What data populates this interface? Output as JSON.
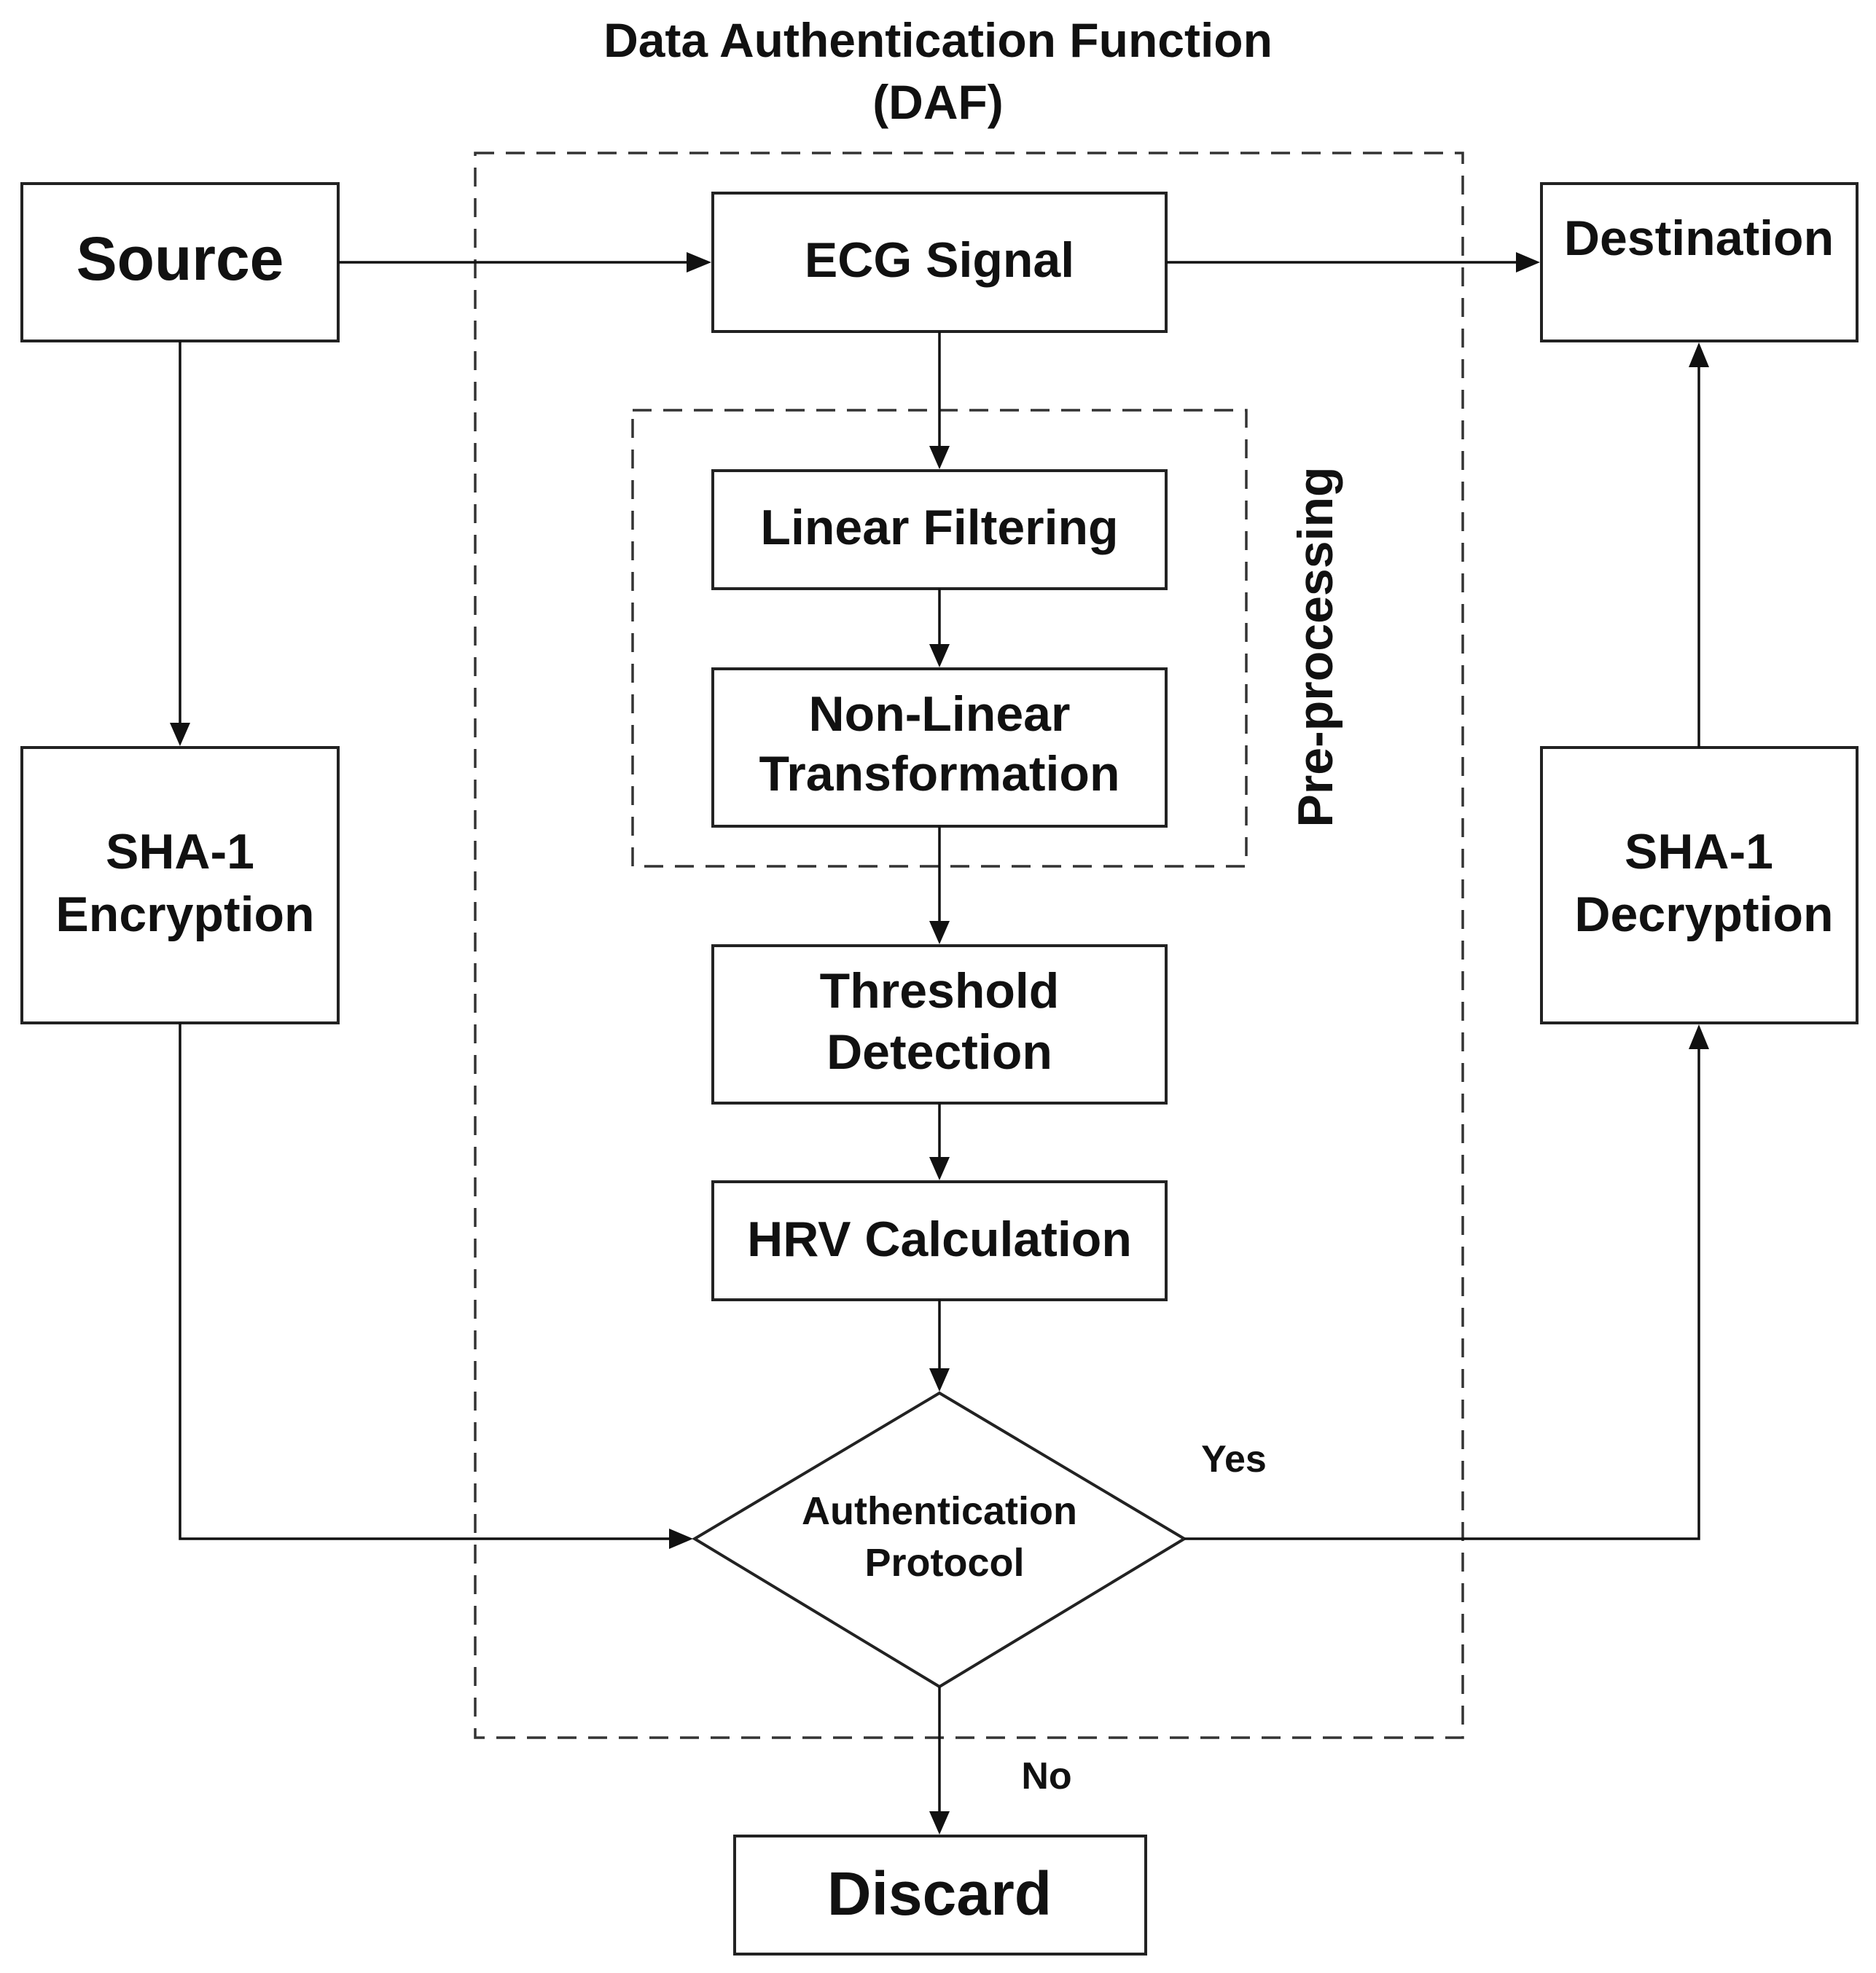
{
  "diagram": {
    "title_line1": "Data Authentication Function",
    "title_line2": "(DAF)",
    "preprocessing_label": "Pre-processing",
    "nodes": {
      "source": "Source",
      "ecg_signal": "ECG Signal",
      "destination": "Destination",
      "linear_filtering": "Linear Filtering",
      "nonlinear_line1": "Non-Linear",
      "nonlinear_line2": "Transformation",
      "sha1_enc_line1": "SHA-1",
      "sha1_enc_line2": "Encryption",
      "sha1_dec_line1": "SHA-1",
      "sha1_dec_line2": "Decryption",
      "threshold_line1": "Threshold",
      "threshold_line2": "Detection",
      "hrv_calculation": "HRV Calculation",
      "auth_line1": "Authentication",
      "auth_line2": "Protocol",
      "discard": "Discard"
    },
    "edge_labels": {
      "yes": "Yes",
      "no": "No"
    }
  }
}
